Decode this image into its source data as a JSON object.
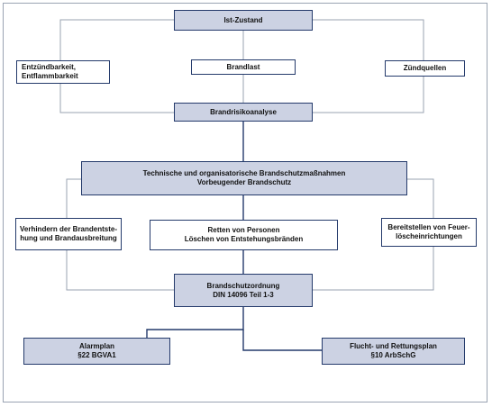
{
  "diagram": {
    "ist_zustand": "Ist-Zustand",
    "zuendbarkeit": [
      "Entzündbarkeit,",
      "Entflammbarkeit"
    ],
    "brandlast": "Brandlast",
    "zuendquellen": "Zündquellen",
    "brandrisikoanalyse": "Brandrisikoanalyse",
    "massnahmen": [
      "Technische und organisatorische Brandschutzmaßnahmen",
      "Vorbeugender Brandschutz"
    ],
    "verhindern": [
      "Verhindern der Brandentste-",
      "hung und Brandausbreitung"
    ],
    "retten": [
      "Retten von Personen",
      "Löschen von Entstehungsbränden"
    ],
    "bereitstellen": [
      "Bereitstellen von Feuer-",
      "löscheinrichtungen"
    ],
    "brandschutzordnung": [
      "Brandschutzordnung",
      "DIN 14096 Teil 1-3"
    ],
    "alarmplan": [
      "Alarmplan",
      "§22 BGVA1"
    ],
    "fluchtplan": [
      "Flucht- und Rettungsplan",
      "§10 ArbSchG"
    ]
  },
  "colors": {
    "box_fill": "#ccd2e3",
    "box_border": "#243a6b",
    "line_main": "#243a6b",
    "line_light": "#9aa3b2"
  }
}
